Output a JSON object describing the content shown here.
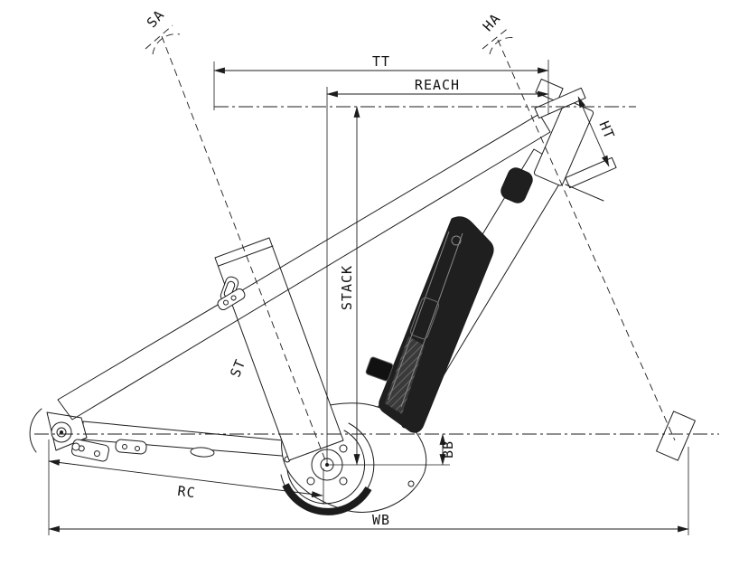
{
  "diagram": {
    "kind": "bicycle-frame-geometry-drawing",
    "labels": {
      "sa": "SA",
      "ha": "HA",
      "tt": "TT",
      "reach": "REACH",
      "stack": "STACK",
      "st": "ST",
      "ht": "HT",
      "bb": "BB",
      "rc": "RC",
      "wb": "WB"
    },
    "colors": {
      "line": "#1c1c1c",
      "battery": "#1f1f1f",
      "background": "#ffffff"
    }
  }
}
